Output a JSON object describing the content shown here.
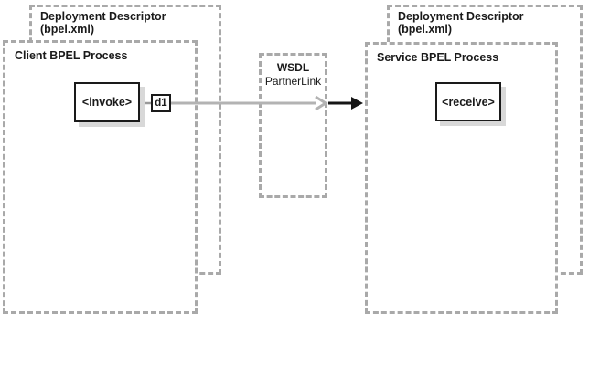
{
  "diagram": {
    "client_deployment": {
      "title_line1": "Deployment Descriptor",
      "title_line2": "(bpel.xml)",
      "process_title": "Client BPEL Process",
      "activity_label": "<invoke>",
      "partner_link_ref_label": "d1"
    },
    "wsdl": {
      "title_line1": "WSDL",
      "title_line2": "PartnerLink"
    },
    "service_deployment": {
      "title_line1": "Deployment Descriptor",
      "title_line2": "(bpel.xml)",
      "process_title": "Service BPEL Process",
      "activity_label": "<receive>"
    },
    "colors": {
      "dashed_border": "#a9a9a9",
      "gray_connector": "#b3b3b3",
      "gray_connector_short": "#9a9a9a",
      "black_arrow": "#161616",
      "node_border": "#1a1a1a",
      "node_shadow": "#d8d8d8",
      "text": "#1a1a1a",
      "background": "#ffffff"
    }
  }
}
